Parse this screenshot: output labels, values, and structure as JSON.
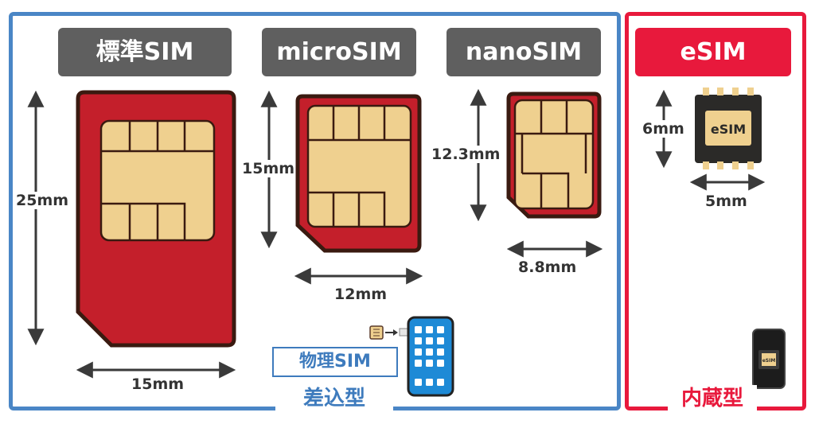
{
  "headers": {
    "standard": "標準SIM",
    "micro": "microSIM",
    "nano": "nanoSIM",
    "esim": "eSIM"
  },
  "dimensions": {
    "standard_height": "25mm",
    "standard_width": "15mm",
    "micro_height": "15mm",
    "micro_width": "12mm",
    "nano_height": "12.3mm",
    "nano_width": "8.8mm",
    "esim_height": "6mm",
    "esim_width": "5mm"
  },
  "chip_label": "eSIM",
  "physical_sim_label": "物理SIM",
  "group_labels": {
    "physical": "差込型",
    "embedded": "内蔵型"
  },
  "colors": {
    "physical_frame": "#4a86c6",
    "esim_frame": "#e8193c",
    "header_gray": "#5f5f5f",
    "card_red": "#c41f2b",
    "card_outline": "#3a1a10",
    "contact_gold": "#efd08f"
  }
}
